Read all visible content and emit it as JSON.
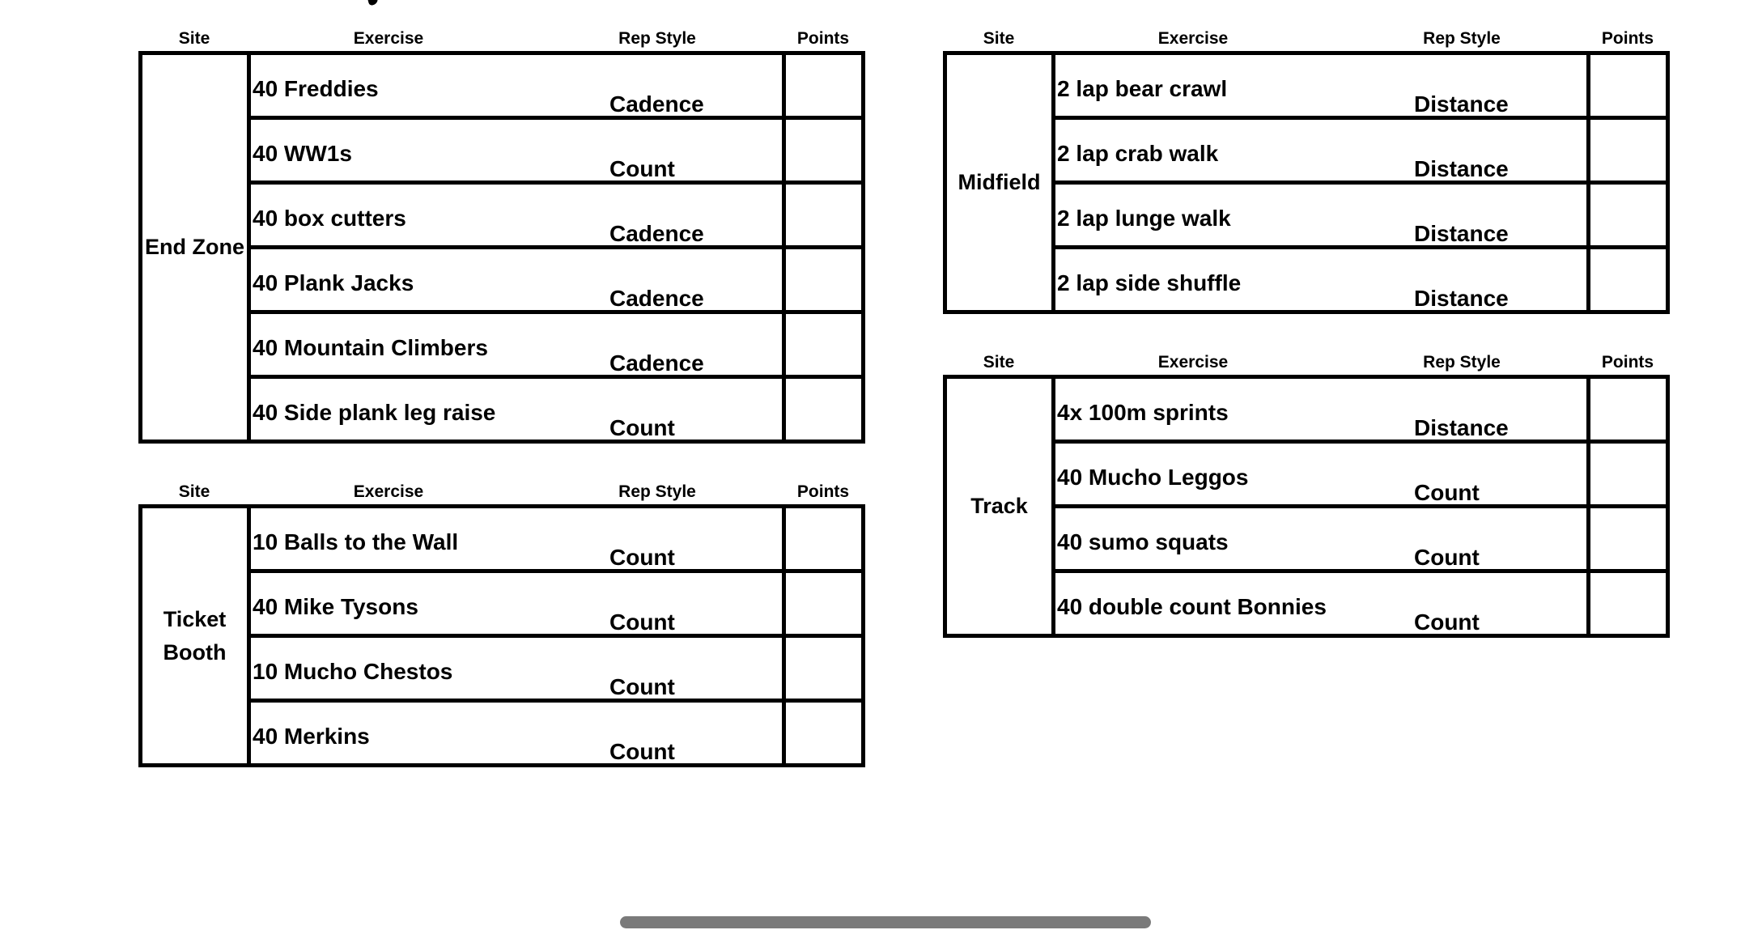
{
  "colors": {
    "background": "#ffffff",
    "border": "#000000",
    "text": "#000000",
    "scrollbar_thumb": "#7a7a7a"
  },
  "column_headers": [
    "Site",
    "Exercise",
    "Rep Style",
    "Points"
  ],
  "tables": [
    {
      "site": "End Zone",
      "rows": [
        {
          "exercise": "40 Freddies",
          "rep_style": "Cadence",
          "points": ""
        },
        {
          "exercise": "40 WW1s",
          "rep_style": "Count",
          "points": ""
        },
        {
          "exercise": "40 box cutters",
          "rep_style": "Cadence",
          "points": ""
        },
        {
          "exercise": "40 Plank Jacks",
          "rep_style": "Cadence",
          "points": ""
        },
        {
          "exercise": "40 Mountain Climbers",
          "rep_style": "Cadence",
          "points": ""
        },
        {
          "exercise": "40 Side plank leg raise",
          "rep_style": "Count",
          "points": ""
        }
      ]
    },
    {
      "site": "Ticket Booth",
      "rows": [
        {
          "exercise": "10 Balls to the Wall",
          "rep_style": "Count",
          "points": ""
        },
        {
          "exercise": "40 Mike Tysons",
          "rep_style": "Count",
          "points": ""
        },
        {
          "exercise": "10 Mucho Chestos",
          "rep_style": "Count",
          "points": ""
        },
        {
          "exercise": "40 Merkins",
          "rep_style": "Count",
          "points": ""
        }
      ]
    },
    {
      "site": "Midfield",
      "rows": [
        {
          "exercise": "2 lap bear crawl",
          "rep_style": "Distance",
          "points": ""
        },
        {
          "exercise": "2 lap crab walk",
          "rep_style": "Distance",
          "points": ""
        },
        {
          "exercise": "2 lap lunge walk",
          "rep_style": "Distance",
          "points": ""
        },
        {
          "exercise": "2 lap side shuffle",
          "rep_style": "Distance",
          "points": ""
        }
      ]
    },
    {
      "site": "Track",
      "rows": [
        {
          "exercise": "4x 100m sprints",
          "rep_style": "Distance",
          "points": ""
        },
        {
          "exercise": "40 Mucho Leggos",
          "rep_style": "Count",
          "points": ""
        },
        {
          "exercise": "40 sumo squats",
          "rep_style": "Count",
          "points": ""
        },
        {
          "exercise": "40 double count Bonnies",
          "rep_style": "Count",
          "points": ""
        }
      ]
    }
  ]
}
